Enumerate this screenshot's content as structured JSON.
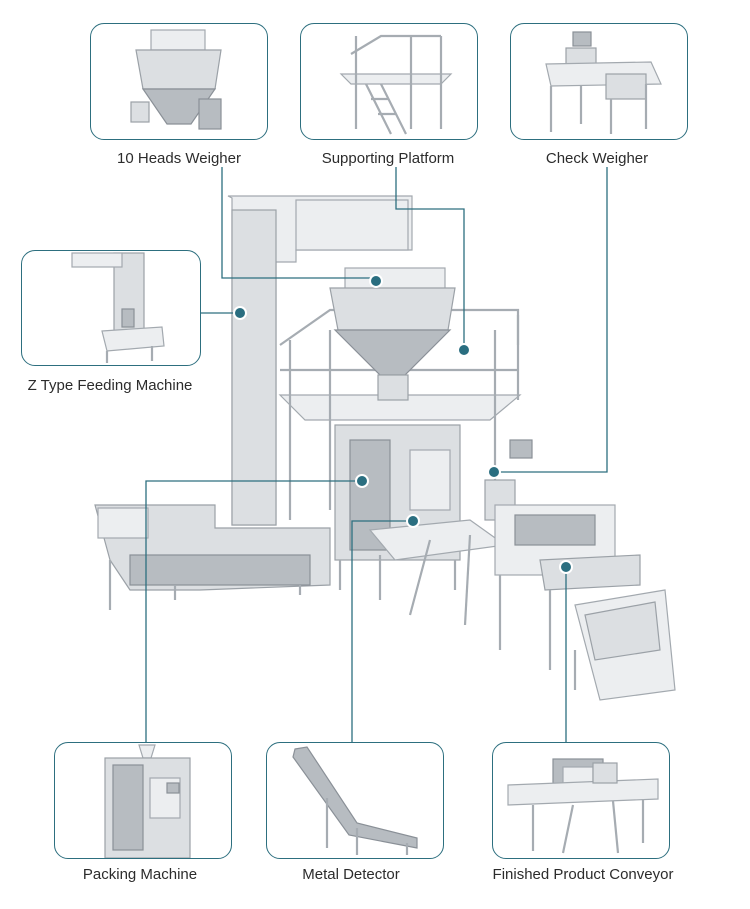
{
  "components": [
    {
      "id": "heads_weigher",
      "label": "10 Heads Weigher",
      "icon": "multihead-weigher-icon"
    },
    {
      "id": "supporting_platform",
      "label": "Supporting Platform",
      "icon": "platform-icon"
    },
    {
      "id": "check_weigher",
      "label": "Check Weigher",
      "icon": "check-weigher-icon"
    },
    {
      "id": "z_type_feeding",
      "label": "Z Type Feeding Machine",
      "icon": "z-conveyor-icon"
    },
    {
      "id": "packing_machine",
      "label": "Packing Machine",
      "icon": "packing-machine-icon"
    },
    {
      "id": "metal_detector",
      "label": "Metal Detector",
      "icon": "incline-conveyor-icon"
    },
    {
      "id": "finished_conveyor",
      "label": "Finished Product Conveyor",
      "icon": "metal-detector-icon"
    }
  ],
  "colors": {
    "accent": "#2a6e80",
    "border": "#2d6f7f",
    "machine": "#dcdfe2"
  }
}
